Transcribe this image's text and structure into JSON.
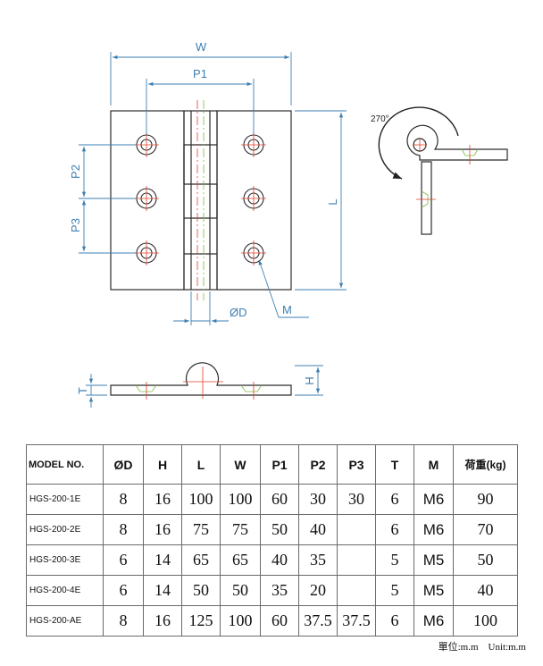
{
  "dimension_labels": {
    "W": "W",
    "P1": "P1",
    "P2": "P2",
    "P3": "P3",
    "L": "L",
    "D": "ØD",
    "M": "M",
    "H": "H",
    "T": "T",
    "angle": "270°"
  },
  "table": {
    "headers": [
      "MODEL NO.",
      "ØD",
      "H",
      "L",
      "W",
      "P1",
      "P2",
      "P3",
      "T",
      "M",
      "荷重(kg)"
    ],
    "rows": [
      {
        "model": "HGS-200-1E",
        "d": "8",
        "h": "16",
        "l": "100",
        "w": "100",
        "p1": "60",
        "p2": "30",
        "p3": "30",
        "t": "6",
        "m": "M6",
        "load": "90"
      },
      {
        "model": "HGS-200-2E",
        "d": "8",
        "h": "16",
        "l": "75",
        "w": "75",
        "p1": "50",
        "p2": "40",
        "p3": "",
        "t": "6",
        "m": "M6",
        "load": "70"
      },
      {
        "model": "HGS-200-3E",
        "d": "6",
        "h": "14",
        "l": "65",
        "w": "65",
        "p1": "40",
        "p2": "35",
        "p3": "",
        "t": "5",
        "m": "M5",
        "load": "50"
      },
      {
        "model": "HGS-200-4E",
        "d": "6",
        "h": "14",
        "l": "50",
        "w": "50",
        "p1": "35",
        "p2": "20",
        "p3": "",
        "t": "5",
        "m": "M5",
        "load": "40"
      },
      {
        "model": "HGS-200-AE",
        "d": "8",
        "h": "16",
        "l": "125",
        "w": "100",
        "p1": "60",
        "p2": "37.5",
        "p3": "37.5",
        "t": "6",
        "m": "M6",
        "load": "100"
      }
    ]
  },
  "unit_note": "單位:m.m　Unit:m.m",
  "colors": {
    "outline": "#2b2b2b",
    "dimension": "#3d7fb3",
    "centerline_red": "#e0402a",
    "centerline_green": "#7dbb3c"
  }
}
